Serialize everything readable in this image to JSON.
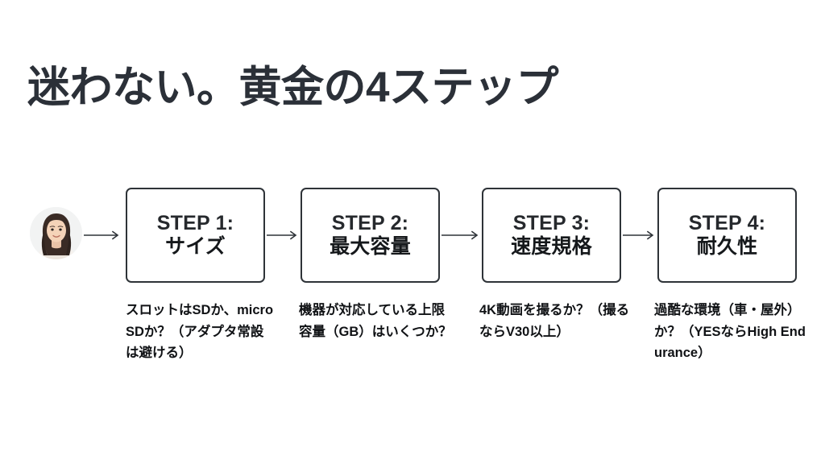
{
  "slide": {
    "title": "迷わない。黄金の4ステップ",
    "background_color": "#ffffff",
    "title_color": "#2b3038",
    "box_border_color": "#2e3338",
    "text_color": "#101215"
  },
  "avatar": {
    "name": "presenter-avatar",
    "description": "円形の女性ポートレート写真"
  },
  "steps": [
    {
      "head": "STEP 1:",
      "sub": "サイズ",
      "caption": "スロットはSDか、microSDか？（アダプタ常設は避ける）"
    },
    {
      "head": "STEP 2:",
      "sub": "最大容量",
      "caption": "機器が対応している上限容量（GB）はいくつか？"
    },
    {
      "head": "STEP 3:",
      "sub": "速度規格",
      "caption": "4K動画を撮るか？（撮るならV30以上）"
    },
    {
      "head": "STEP 4:",
      "sub": "耐久性",
      "caption": "過酷な環境（車・屋外）か？（YESならHigh Endurance）"
    }
  ],
  "connectors": [
    {
      "name": "arrow-avatar-to-step1"
    },
    {
      "name": "arrow-step1-to-step2"
    },
    {
      "name": "arrow-step2-to-step3"
    },
    {
      "name": "arrow-step3-to-step4"
    }
  ]
}
